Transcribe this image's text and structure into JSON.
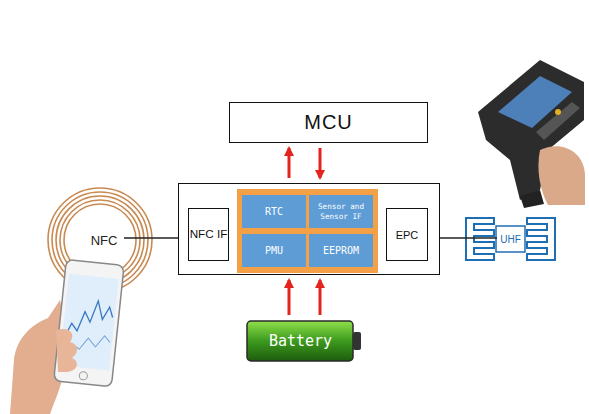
{
  "diagram": {
    "nodes": [
      {
        "text": [
          "MCU"
        ]
      },
      {
        "text": []
      },
      {
        "text": [
          "NFC IF"
        ],
        "in": 1
      },
      {
        "text": [],
        "in": 1
      },
      {
        "text": [
          "RTC"
        ],
        "in": 3
      },
      {
        "text": [
          "Sensor and Sensor IF"
        ],
        "in": 3
      },
      {
        "text": [
          "PMU"
        ],
        "in": 3
      },
      {
        "text": [
          "EEPROM"
        ],
        "in": 3
      },
      {
        "text": [
          "EPC"
        ],
        "in": 1
      },
      {
        "text": [
          "Battery"
        ]
      },
      {
        "text": [
          "NFC"
        ]
      },
      {
        "text": [
          "UHF"
        ]
      }
    ],
    "edges": [
      {
        "from": 1,
        "to": 0,
        "arrow": "to"
      },
      {
        "from": 0,
        "to": 1,
        "arrow": "to"
      },
      {
        "from": 9,
        "to": 1,
        "arrow": "to"
      },
      {
        "from": 9,
        "to": 1,
        "arrow": "to"
      },
      {
        "from": 10,
        "to": 1,
        "arrow": "none"
      },
      {
        "from": 1,
        "to": 11,
        "arrow": "none"
      }
    ]
  }
}
